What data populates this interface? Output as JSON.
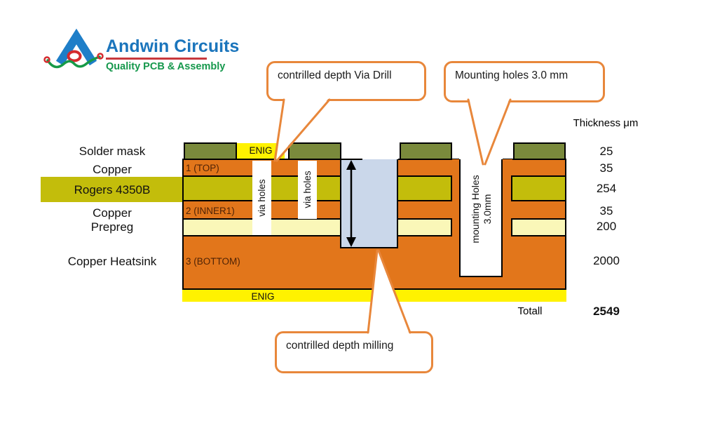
{
  "logo": {
    "name": "Andwin Circuits",
    "tagline": "Quality PCB & Assembly"
  },
  "callouts": {
    "via_drill": "contrilled depth Via Drill",
    "mounting_holes": "Mounting holes 3.0 mm",
    "milling": "contrilled depth milling"
  },
  "table": {
    "header": "Thickness μm",
    "total_label": "Totall",
    "total_value": "2549"
  },
  "layers": [
    {
      "label": "Solder mask",
      "thickness": "25"
    },
    {
      "label": "Copper",
      "thickness": "35",
      "stack_label": "1 (TOP)"
    },
    {
      "label": "Rogers 4350B",
      "thickness": "254"
    },
    {
      "label": "Copper",
      "thickness": "35",
      "stack_label": "2 (INNER1)"
    },
    {
      "label": "Prepreg",
      "thickness": "200"
    },
    {
      "label": "Copper Heatsink",
      "thickness": "2000",
      "stack_label": "3 (BOTTOM)"
    }
  ],
  "stack": {
    "enig_top": "ENIG",
    "enig_bottom": "ENIG",
    "via_hole_label_1": "via holes",
    "via_hole_label_2": "via holes",
    "mounting_hole_line1": "mounting Holes",
    "mounting_hole_line2": "3.0mm"
  },
  "colors": {
    "copper": "#E2761B",
    "rogers": "#C3BD0B",
    "solder_mask": "#7A8A3C",
    "prepreg": "#FAF7B8",
    "enig": "#FFF200",
    "milled_cavity": "#CAD7EA",
    "callout_border": "#E8873B",
    "logo_blue": "#1B75BC",
    "logo_green": "#15984C",
    "logo_red": "#D42A2E"
  }
}
